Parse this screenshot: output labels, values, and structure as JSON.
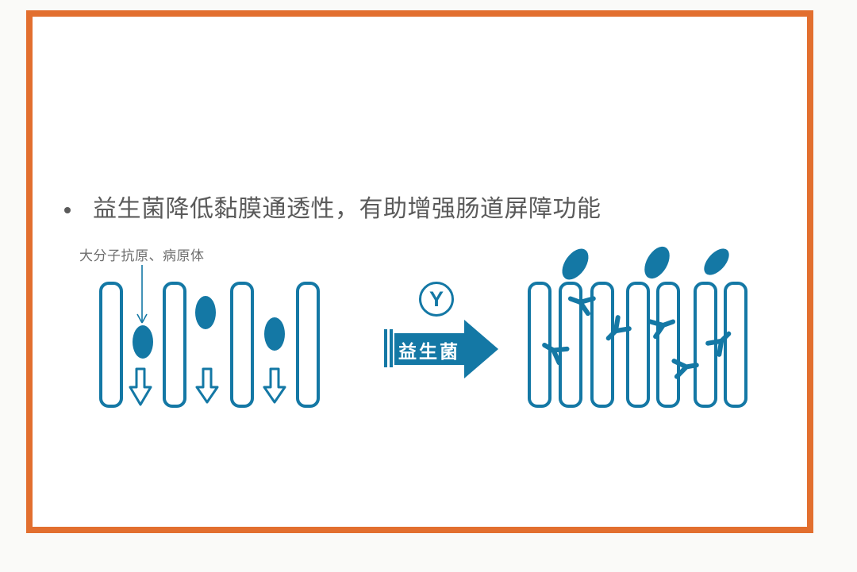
{
  "page": {
    "background": "#FAFAF8"
  },
  "slide": {
    "border_color": "#E26F2F",
    "background": "#FFFFFF",
    "title": {
      "bullet": "•",
      "text": "益生菌降低黏膜通透性，有助增强肠道屏障功能",
      "color": "#5A5A5A"
    },
    "diagram": {
      "blue": "#1478A5",
      "annotation_label": "大分子抗原、病原体",
      "probiotic_arrow_label": "益生菌",
      "antibody_symbol": "Y"
    }
  }
}
